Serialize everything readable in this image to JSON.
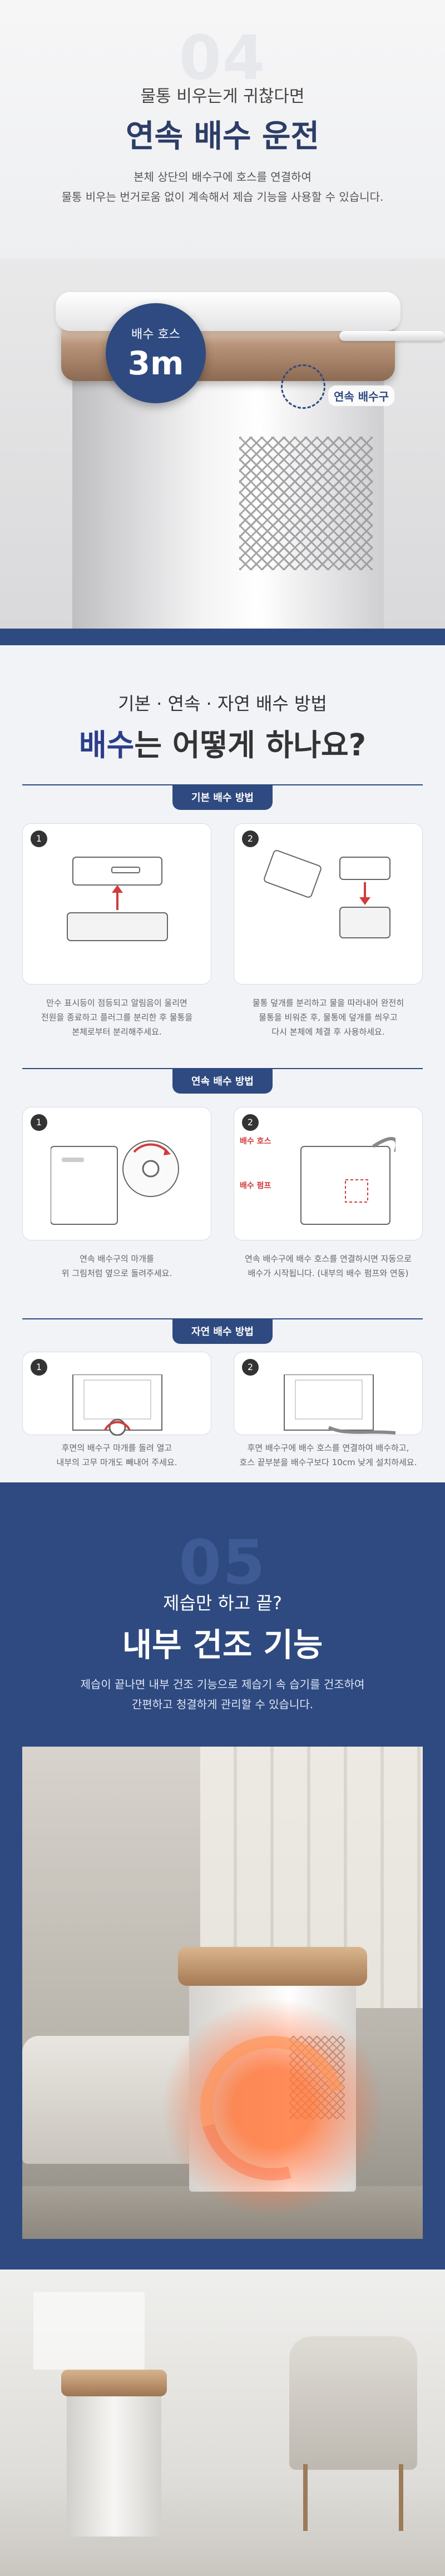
{
  "section04": {
    "number": "04",
    "kicker": "물통 비우는게 귀찮다면",
    "title": "연속 배수 운전",
    "desc_lines": [
      "본체 상단의 배수구에 호스를 연결하여",
      "물통 비우는 번거로움 없이 계속해서 제습 기능을 사용할 수 있습니다."
    ],
    "hose_badge": {
      "label": "배수 호스",
      "value": "3m"
    },
    "port_label": "연속 배수구"
  },
  "drain": {
    "kicker": "기본 · 연속 · 자연 배수 방법",
    "title_accent": "배수",
    "title_rest": "는 어떻게 하나요?",
    "basic": {
      "tag": "기본 배수 방법",
      "steps": [
        {
          "no": "1",
          "caption_lines": [
            "만수 표시등이 점등되고 알림음이 울리면",
            "전원을 종료하고 플러그를 분리한 후 물통을",
            "본체로부터 분리해주세요."
          ]
        },
        {
          "no": "2",
          "caption_lines": [
            "물통 덮개를 분리하고 물을 따라내어 완전히",
            "물통을 비워준 후, 물통에 덮개를 씌우고",
            "다시 본체에 체결 후 사용하세요."
          ]
        }
      ]
    },
    "continuous": {
      "tag": "연속 배수 방법",
      "steps": [
        {
          "no": "1",
          "caption_lines": [
            "연속 배수구의 마개를",
            "위 그림처럼 옆으로 돌려주세요."
          ]
        },
        {
          "no": "2",
          "caption_lines": [
            "연속 배수구에 배수 호스를 연결하시면 자동으로",
            "배수가 시작됩니다. (내부의 배수 펌프와 연동)"
          ]
        }
      ],
      "callouts": [
        "배수 호스",
        "배수 펌프"
      ]
    },
    "natural": {
      "tag": "자연 배수 방법",
      "steps": [
        {
          "no": "1",
          "caption_lines": [
            "후면의 배수구 마개를 돌려 열고",
            "내부의 고무 마개도 빼내어 주세요."
          ]
        },
        {
          "no": "2",
          "caption_lines": [
            "후면 배수구에 배수 호스를 연결하여 배수하고,",
            "호스 끝부분을 배수구보다 10cm 낮게 설치하세요."
          ]
        }
      ]
    }
  },
  "section05": {
    "number": "05",
    "kicker": "제습만 하고 끝?",
    "title": "내부 건조 기능",
    "desc_lines": [
      "제습이 끝나면 내부 건조 기능으로 제습기 속 습기를 건조하여",
      "간편하고 청결하게 관리할 수 있습니다."
    ]
  },
  "colors": {
    "navy": "#2f4a80",
    "title_navy": "#2c3e67",
    "accent_red": "#d23b3b"
  },
  "icons": [
    "arrow-up-icon",
    "arrow-down-icon",
    "rotate-arrow-icon",
    "hose-icon"
  ]
}
